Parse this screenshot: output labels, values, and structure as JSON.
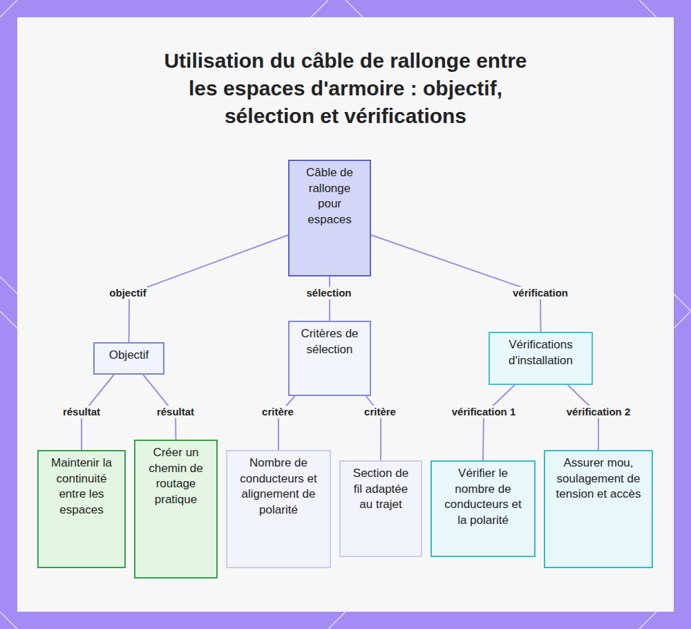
{
  "diagram": {
    "title": "Utilisation du câble de rallonge entre les espaces d'armoire : objectif, sélection et vérifications",
    "nodes": [
      {
        "text": [
          "Câble de rallonge pour espaces"
        ]
      },
      {
        "text": [
          "Objectif"
        ]
      },
      {
        "text": [
          "Critères de sélection"
        ]
      },
      {
        "text": [
          "Vérifications d'installation"
        ]
      },
      {
        "text": [
          "Maintenir la continuité entre les espaces"
        ]
      },
      {
        "text": [
          "Créer un chemin de routage pratique"
        ]
      },
      {
        "text": [
          "Nombre de conducteurs et alignement de polarité"
        ]
      },
      {
        "text": [
          "Section de fil adaptée au trajet"
        ]
      },
      {
        "text": [
          "Vérifier le nombre de conducteurs et la polarité"
        ]
      },
      {
        "text": [
          "Assurer mou, soulagement de tension et accès"
        ]
      }
    ],
    "edges": [
      {
        "from": 0,
        "to": 1,
        "label": "objectif",
        "arrow": "none"
      },
      {
        "from": 0,
        "to": 2,
        "label": "sélection",
        "arrow": "none"
      },
      {
        "from": 0,
        "to": 3,
        "label": "vérification",
        "arrow": "none"
      },
      {
        "from": 1,
        "to": 4,
        "label": "résultat",
        "arrow": "none"
      },
      {
        "from": 1,
        "to": 5,
        "label": "résultat",
        "arrow": "none"
      },
      {
        "from": 2,
        "to": 6,
        "label": "critère",
        "arrow": "none"
      },
      {
        "from": 2,
        "to": 7,
        "label": "critère",
        "arrow": "none"
      },
      {
        "from": 3,
        "to": 8,
        "label": "vérification 1",
        "arrow": "none"
      },
      {
        "from": 3,
        "to": 9,
        "label": "vérification 2",
        "arrow": "none"
      }
    ]
  }
}
